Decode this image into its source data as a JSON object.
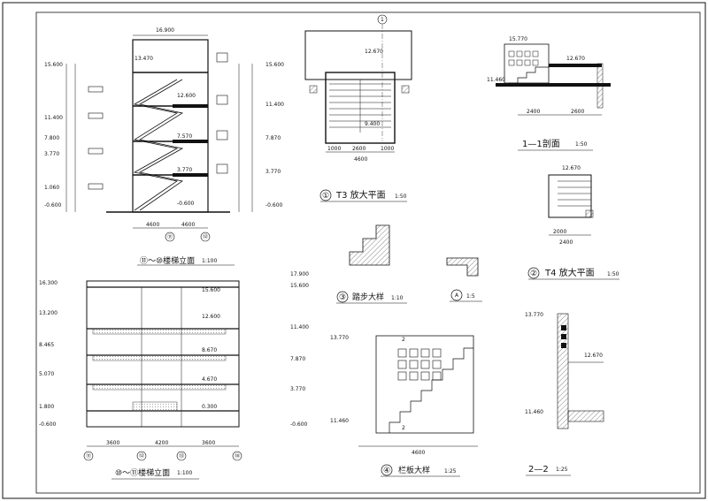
{
  "titles": {
    "stair_elevation": "⑪～⑩楼梯立面",
    "stair_elevation_scale": "1:100",
    "t3_plan_num": "①",
    "t3_plan": "T3 放大平面",
    "t3_plan_scale": "1:50",
    "section_11": "1—1剖面",
    "section_11_scale": "1:50",
    "t4_plan_num": "②",
    "t4_plan": "T4 放大平面",
    "t4_plan_scale": "1:50",
    "step_detail_num": "③",
    "step_detail": "踏步大样",
    "step_detail_scale": "1:10",
    "detail_a_num": "A",
    "detail_a_scale": "1:5",
    "railing_detail_num": "④",
    "railing_detail": "栏板大样",
    "railing_detail_scale": "1:25",
    "section_22": "2—2",
    "section_22_scale": "1:25",
    "front_elevation": "⑩～⑪楼梯立面",
    "front_elevation_scale": "1:100"
  },
  "elevations_left": [
    "15.600",
    "11.400",
    "7.800",
    "3.770",
    "1.060",
    "-0.600"
  ],
  "elevations_right": [
    "15.600",
    "11.400",
    "7.870",
    "3.770",
    "-0.600"
  ],
  "stair_levels": [
    "13.470",
    "12.600",
    "7.570",
    "3.770",
    "-0.600"
  ],
  "front_levels_left": [
    "16.300",
    "13.200",
    "8.465",
    "5.070",
    "1.800",
    "-0.600"
  ],
  "front_levels_right": [
    "17.900",
    "15.600",
    "11.400",
    "7.870",
    "3.770",
    "-0.600"
  ],
  "front_inner": [
    "15.600",
    "12.600",
    "8.670",
    "4.670",
    "0.300"
  ],
  "dims": {
    "elev_top": "16.900",
    "elev_bottom_a": "4600",
    "elev_bottom_b": "4600",
    "t3_width": "4600",
    "t3_seg_a": "1000",
    "t3_seg_b": "2600",
    "t3_seg_c": "1000",
    "t3_top": "12.670",
    "t3_landing": "9.400",
    "sec11_a": "2400",
    "sec11_b": "2600",
    "sec11_top": "15.770",
    "sec11_mid": "12.670",
    "sec11_low": "11.460",
    "t4_a": "2000",
    "t4_b": "2400",
    "t4_top": "12.670",
    "rail_total": "4600",
    "rail_top": "13.770",
    "rail_base": "11.460",
    "s22_top": "13.770",
    "s22_mid": "12.670",
    "s22_base": "11.460",
    "front_a": "3600",
    "front_b": "4200",
    "front_c": "3600"
  },
  "grid_bubbles": {
    "elev_a": "⑪",
    "elev_b": "⑫",
    "t3_top": "1",
    "rail_mark_top": "2",
    "rail_mark_bottom": "2",
    "front_a": "⑪",
    "front_b": "⑫",
    "front_c": "⑬",
    "front_d": "⑭"
  },
  "colors": {
    "line": "#111111",
    "hatch": "#333333",
    "background": "#ffffff"
  }
}
